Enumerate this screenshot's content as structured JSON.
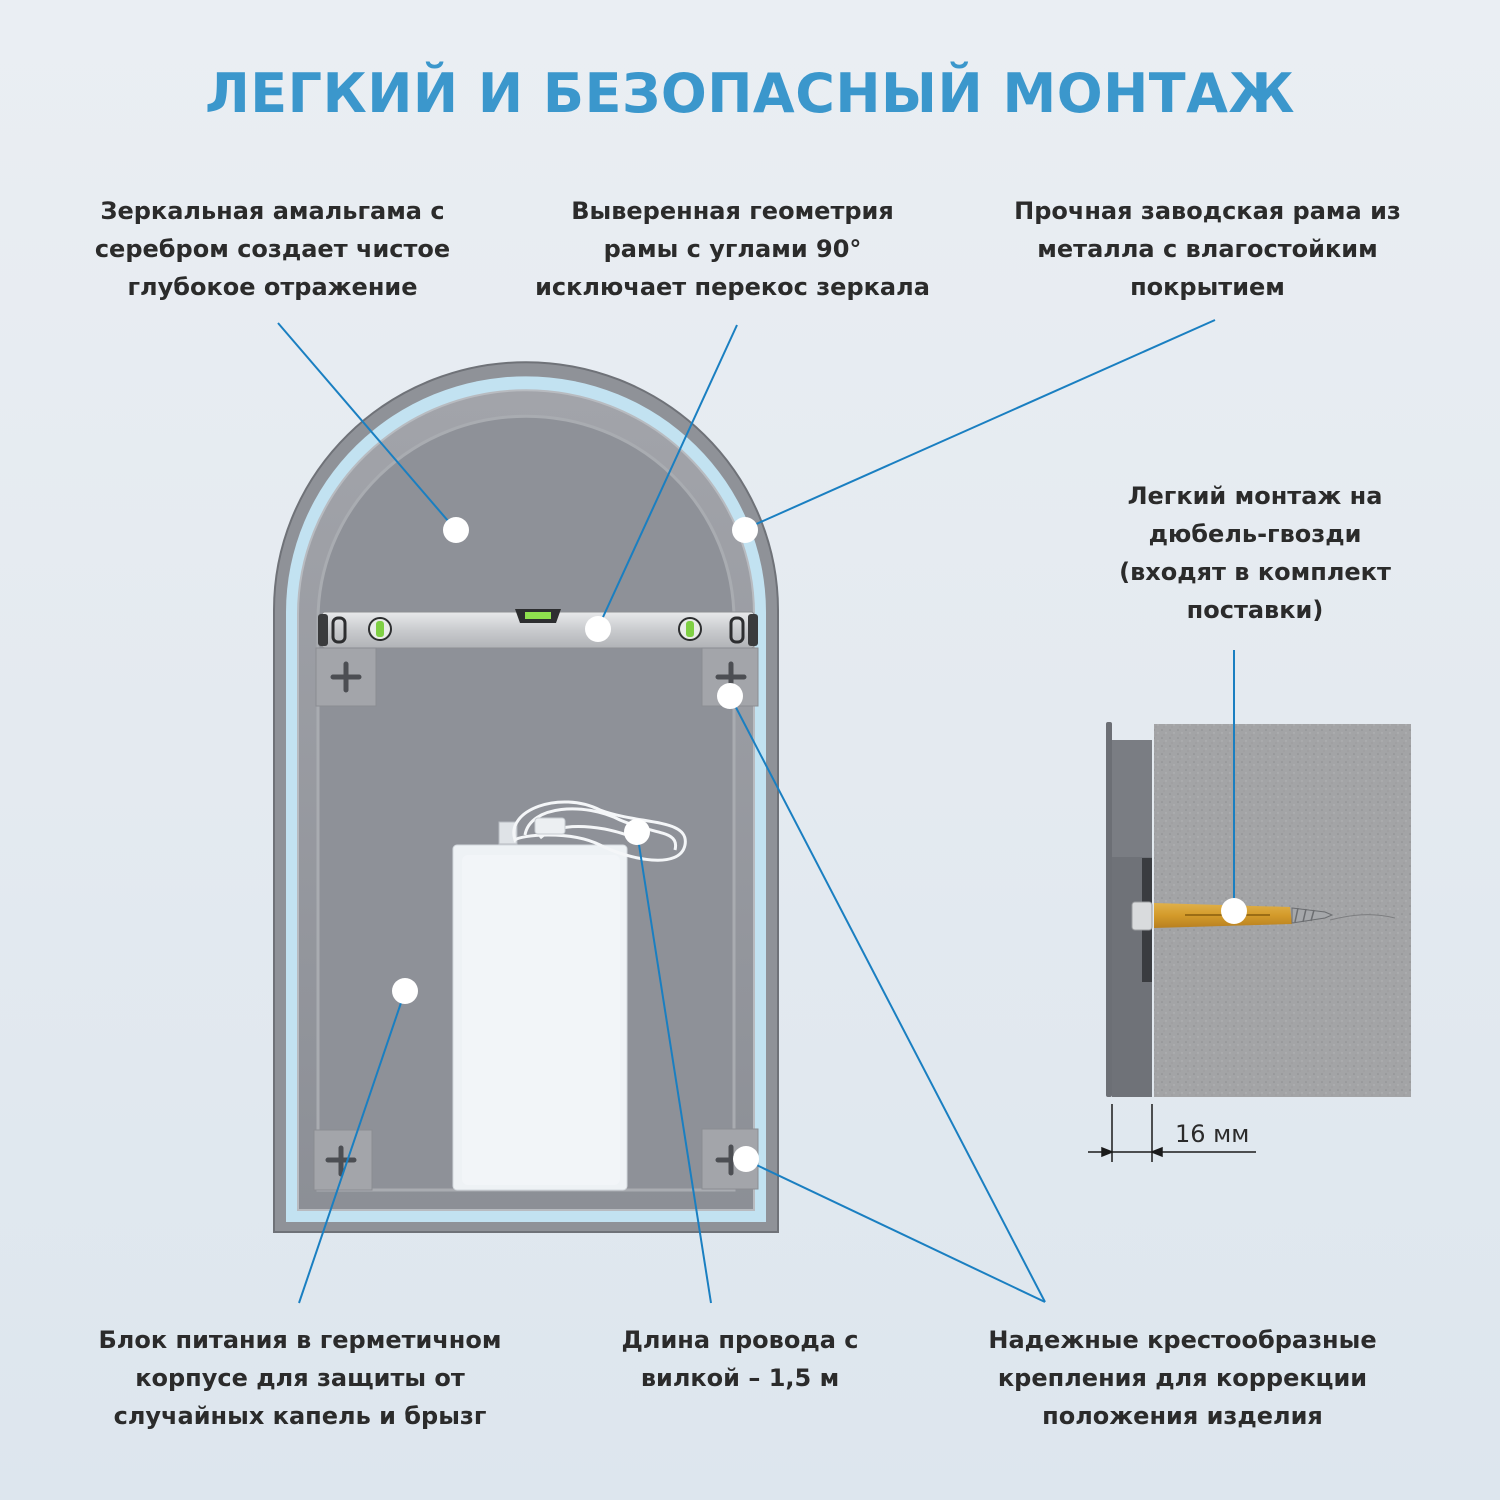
{
  "title": "ЛЕГКИЙ И БЕЗОПАСНЫЙ МОНТАЖ",
  "colors": {
    "accent": "#3b97cc",
    "callout_line": "#1a7fc1",
    "text": "#2b2b2b",
    "frame": "#8d9097",
    "backlight": "#bfe0f0"
  },
  "callouts": {
    "amalgam": {
      "lines": [
        "Зеркальная амальгама с",
        "серебром создает чистое",
        "глубокое отражение"
      ]
    },
    "geometry": {
      "lines": [
        "Выверенная геометрия",
        "рамы с углами 90°",
        "исключает перекос зеркала"
      ]
    },
    "frame": {
      "lines": [
        "Прочная заводская рама из",
        "металла с влагостойким",
        "покрытием"
      ]
    },
    "dowels": {
      "lines": [
        "Легкий монтаж на",
        "дюбель-гвозди",
        "(входят в комплект",
        "поставки)"
      ]
    },
    "power_unit": {
      "lines": [
        "Блок питания в герметичном",
        "корпусе для защиты от",
        "случайных капель и брызг"
      ]
    },
    "cable": {
      "lines": [
        "Длина провода с",
        "вилкой – 1,5 м"
      ]
    },
    "brackets": {
      "lines": [
        "Надежные крестообразные",
        "крепления для коррекции",
        "положения изделия"
      ]
    }
  },
  "dimension": {
    "value": "16 мм"
  }
}
